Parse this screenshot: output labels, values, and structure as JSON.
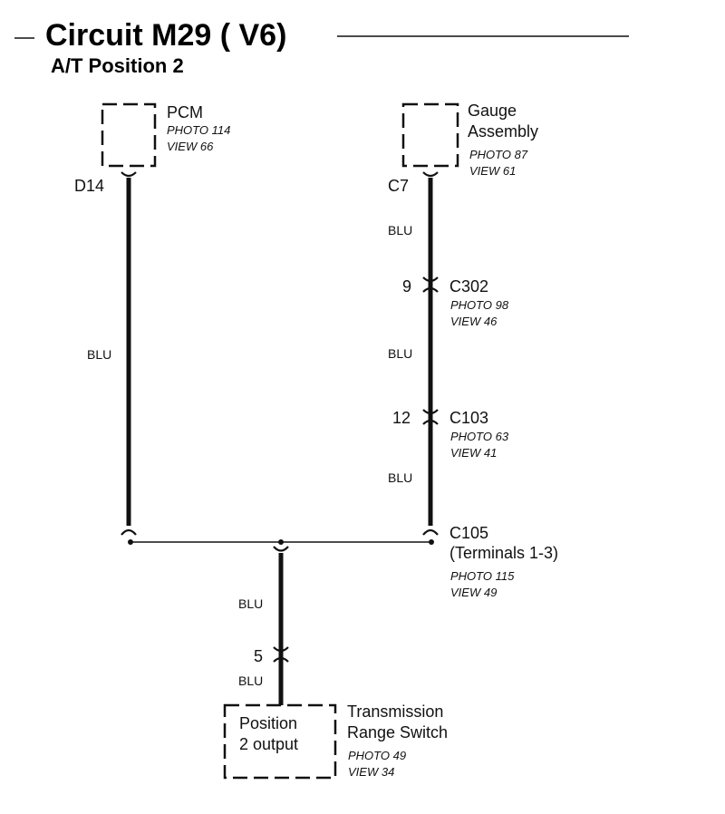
{
  "header": {
    "title": "Circuit M29 ( V6)",
    "subtitle": "A/T Position 2"
  },
  "components": {
    "pcm": {
      "name": "PCM",
      "photo": "PHOTO 114",
      "view": "VIEW 66",
      "pin": "D14"
    },
    "gauge": {
      "name_line1": "Gauge",
      "name_line2": "Assembly",
      "photo": "PHOTO 87",
      "view": "VIEW 61",
      "pin": "C7"
    },
    "switch": {
      "name_line1": "Transmission",
      "name_line2": "Range Switch",
      "inner_line1": "Position",
      "inner_line2": "2 output",
      "photo": "PHOTO 49",
      "view": "VIEW 34",
      "pin": "5"
    }
  },
  "connectors": {
    "c302": {
      "name": "C302",
      "pin": "9",
      "photo": "PHOTO 98",
      "view": "VIEW 46"
    },
    "c103": {
      "name": "C103",
      "pin": "12",
      "photo": "PHOTO 63",
      "view": "VIEW 41"
    },
    "c105": {
      "name": "C105",
      "detail": "(Terminals 1-3)",
      "photo": "PHOTO 115",
      "view": "VIEW 49"
    }
  },
  "wires": {
    "pcm_blu": "BLU",
    "gauge_blu_1": "BLU",
    "gauge_blu_2": "BLU",
    "gauge_blu_3": "BLU",
    "switch_blu_upper": "BLU",
    "switch_blu_lower": "BLU"
  }
}
